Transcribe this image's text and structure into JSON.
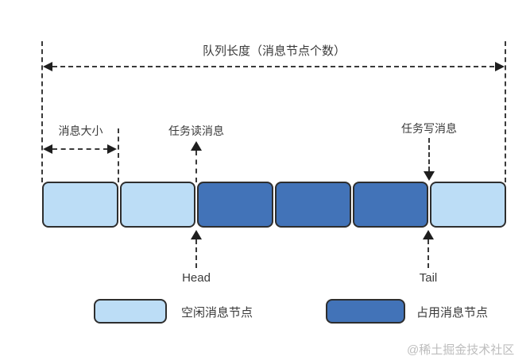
{
  "diagram": {
    "queue_length_label": "队列长度（消息节点个数）",
    "message_size_label": "消息大小",
    "task_read_label": "任务读消息",
    "task_write_label": "任务写消息",
    "head_label": "Head",
    "tail_label": "Tail",
    "block_states": [
      "free",
      "free",
      "occupied",
      "occupied",
      "occupied",
      "free"
    ],
    "colors": {
      "free": "#BCDDF6",
      "occupied": "#4273B8",
      "line": "#3A3A3A",
      "watermark": "#BDBDBD"
    },
    "legend": {
      "free_label": "空闲消息节点",
      "occupied_label": "占用消息节点"
    },
    "watermark": "@稀土掘金技术社区"
  }
}
